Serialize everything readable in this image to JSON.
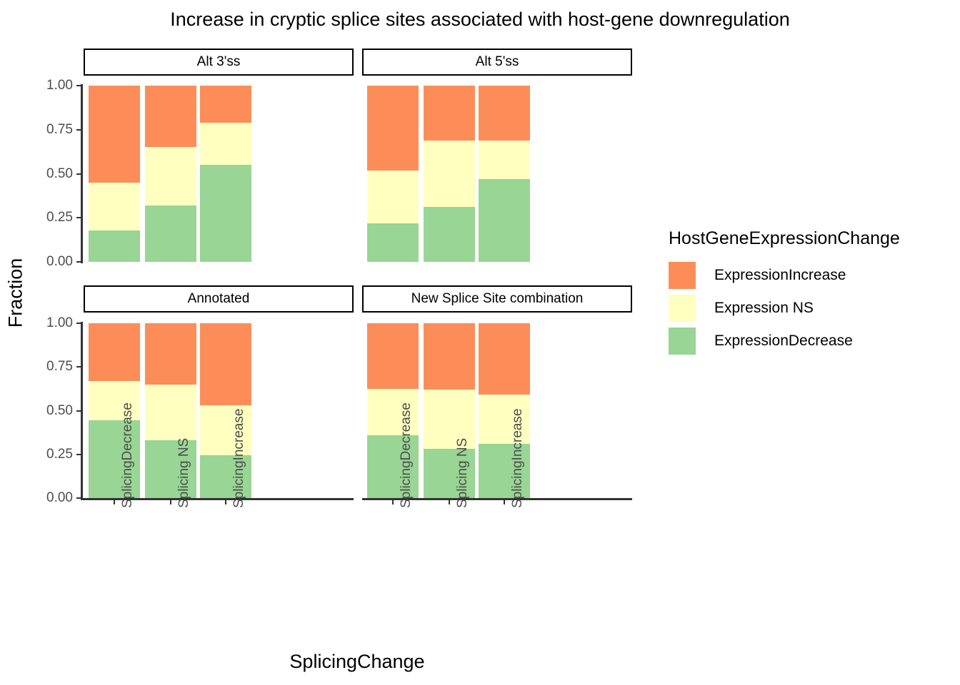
{
  "chart_data": {
    "type": "bar",
    "title": "Increase in cryptic splice sites associated with host-gene downregulation",
    "xlabel": "SplicingChange",
    "ylabel": "Fraction",
    "stacked": true,
    "stack_normalized": true,
    "ylim": [
      0,
      1
    ],
    "yticks": [
      "0.00",
      "0.25",
      "0.50",
      "0.75",
      "1.00"
    ],
    "ytick_values": [
      0,
      0.25,
      0.5,
      0.75,
      1
    ],
    "grid": false,
    "legend_position": "right",
    "legend_title": "HostGeneExpressionChange",
    "categories": [
      "SplicingDecrease",
      "Splicing NS",
      "SplicingIncrease"
    ],
    "series": [
      {
        "name": "ExpressionIncrease",
        "color": "#fc8d59"
      },
      {
        "name": "Expression NS",
        "color": "#ffffbf"
      },
      {
        "name": "ExpressionDecrease",
        "color": "#99d594"
      }
    ],
    "facets": [
      {
        "label": "Alt 3'ss",
        "values": {
          "ExpressionDecrease": [
            0.18,
            0.32,
            0.55
          ],
          "Expression NS": [
            0.27,
            0.33,
            0.24
          ],
          "ExpressionIncrease": [
            0.55,
            0.35,
            0.21
          ]
        },
        "cumulative": {
          "ExpressionDecrease": [
            0.18,
            0.32,
            0.55
          ],
          "Expression NS": [
            0.45,
            0.65,
            0.79
          ],
          "ExpressionIncrease": [
            1.0,
            1.0,
            1.0
          ]
        }
      },
      {
        "label": "Alt 5'ss",
        "values": {
          "ExpressionDecrease": [
            0.22,
            0.31,
            0.47
          ],
          "Expression NS": [
            0.3,
            0.38,
            0.22
          ],
          "ExpressionIncrease": [
            0.48,
            0.31,
            0.31
          ]
        },
        "cumulative": {
          "ExpressionDecrease": [
            0.22,
            0.31,
            0.47
          ],
          "Expression NS": [
            0.52,
            0.69,
            0.69
          ],
          "ExpressionIncrease": [
            1.0,
            1.0,
            1.0
          ]
        }
      },
      {
        "label": "Annotated",
        "values": {
          "ExpressionDecrease": [
            0.445,
            0.33,
            0.245
          ],
          "Expression NS": [
            0.225,
            0.32,
            0.285
          ],
          "ExpressionIncrease": [
            0.33,
            0.35,
            0.47
          ]
        },
        "cumulative": {
          "ExpressionDecrease": [
            0.445,
            0.33,
            0.245
          ],
          "Expression NS": [
            0.67,
            0.65,
            0.53
          ],
          "ExpressionIncrease": [
            1.0,
            1.0,
            1.0
          ]
        }
      },
      {
        "label": "New Splice Site combination",
        "values": {
          "ExpressionDecrease": [
            0.36,
            0.28,
            0.31
          ],
          "Expression NS": [
            0.265,
            0.34,
            0.28
          ],
          "ExpressionIncrease": [
            0.375,
            0.38,
            0.41
          ]
        },
        "cumulative": {
          "ExpressionDecrease": [
            0.36,
            0.28,
            0.31
          ],
          "Expression NS": [
            0.625,
            0.62,
            0.59
          ],
          "ExpressionIncrease": [
            1.0,
            1.0,
            1.0
          ]
        }
      }
    ]
  }
}
